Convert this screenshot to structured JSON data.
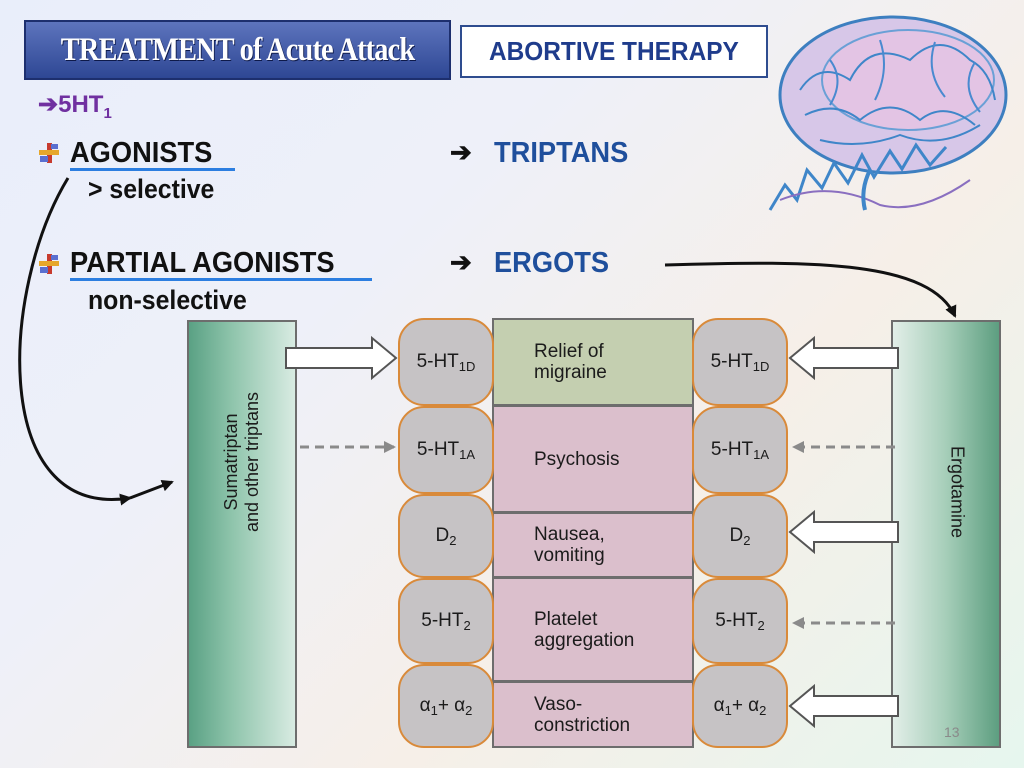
{
  "title": "TREATMENT of Acute Attack",
  "subtitle_box": "ABORTIVE THERAPY",
  "receptor_class": {
    "arrow": "➔",
    "base": "5HT",
    "subscript": "1"
  },
  "items": [
    {
      "label": "AGONISTS",
      "detail": "> selective",
      "arrow": "➔",
      "drug": "TRIPTANS"
    },
    {
      "label": "PARTIAL AGONISTS",
      "detail": "non-selective",
      "arrow": "➔",
      "drug": "ERGOTS"
    }
  ],
  "diagram": {
    "left_drug": "Sumatriptan\nand other triptans",
    "right_drug": "Ergotamine",
    "rows": [
      {
        "receptor": "5-HT",
        "receptor_sub": "1D",
        "effect": "Relief of\nmigraine",
        "effect_color": "#c4cfb0",
        "left_arrow": "solid",
        "right_arrow": "solid"
      },
      {
        "receptor": "5-HT",
        "receptor_sub": "1A",
        "effect": "Psychosis",
        "effect_color": "#dbbfcc",
        "left_arrow": "dashed",
        "right_arrow": "dashed"
      },
      {
        "receptor": "D",
        "receptor_sub": "2",
        "effect": "Nausea,\nvomiting",
        "effect_color": "#dbbfcc",
        "left_arrow": "none",
        "right_arrow": "solid"
      },
      {
        "receptor": "5-HT",
        "receptor_sub": "2",
        "effect": "Platelet\naggregation",
        "effect_color": "#dbbfcc",
        "left_arrow": "none",
        "right_arrow": "dashed"
      },
      {
        "receptor": "α",
        "receptor_sub": "1",
        "receptor_tail": " + α",
        "receptor_tail_sub": "2",
        "effect": "Vaso-\nconstriction",
        "effect_color": "#dbbfcc",
        "left_arrow": "none",
        "right_arrow": "solid"
      }
    ]
  },
  "page_number": "13",
  "colors": {
    "title_bg": "#2e4794",
    "accent_blue": "#1f4f9c",
    "purple": "#7030a0",
    "pill_border": "#d98a3a",
    "pill_fill": "#c6c3c5"
  },
  "icons": {
    "bullet": "colored-cross-bullet-icon",
    "arrow": "right-arrow-icon",
    "brain": "brain-illustration"
  }
}
